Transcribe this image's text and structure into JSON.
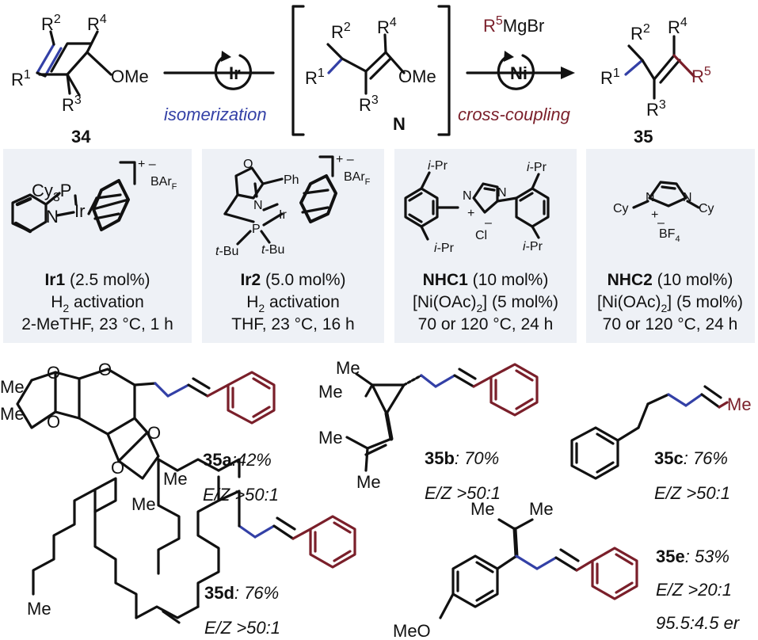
{
  "scheme": {
    "substrate": {
      "number": "34",
      "labels": {
        "r1": "R",
        "r1sup": "1",
        "r2": "R",
        "r2sup": "2",
        "r3": "R",
        "r3sup": "3",
        "r4": "R",
        "r4sup": "4",
        "ome": "OMe"
      }
    },
    "step1": {
      "catalyst": "Ir",
      "label": "isomerization"
    },
    "intermediate": {
      "label": "N",
      "labels": {
        "r1": "R",
        "r1sup": "1",
        "r2": "R",
        "r2sup": "2",
        "r3": "R",
        "r3sup": "3",
        "r4": "R",
        "r4sup": "4",
        "ome": "OMe"
      }
    },
    "step2": {
      "catalyst": "Ni",
      "reagent": "R",
      "reagent_sup": "5",
      "reagent_rest": "MgBr",
      "label": "cross-coupling"
    },
    "product": {
      "number": "35",
      "labels": {
        "r1": "R",
        "r1sup": "1",
        "r2": "R",
        "r2sup": "2",
        "r3": "R",
        "r3sup": "3",
        "r4": "R",
        "r4sup": "4",
        "r5": "R",
        "r5sup": "5"
      }
    }
  },
  "catalysts": [
    {
      "name": "Ir1",
      "loading": "(2.5 mol%)",
      "line2": "H",
      "line2sub": "2",
      "line2rest": " activation",
      "line3": "2-MeTHF, 23 °C, 1 h",
      "labels": {
        "cy3p": "Cy",
        "cy3sub": "3",
        "p": "P",
        "n": "N",
        "ir": "Ir",
        "charge": "+ –",
        "barf": "BAr",
        "barfsub": "F"
      }
    },
    {
      "name": "Ir2",
      "loading": "(5.0 mol%)",
      "line2": "H",
      "line2sub": "2",
      "line2rest": " activation",
      "line3": "THF, 23 °C, 16 h",
      "labels": {
        "o": "O",
        "ph": "Ph",
        "n": "N",
        "ir": "Ir",
        "p": "P",
        "tbu1": "t",
        "tbu1b": "-Bu",
        "tbu2": "t",
        "tbu2b": "-Bu",
        "charge": "+ –",
        "barf": "BAr",
        "barfsub": "F"
      }
    },
    {
      "name": "NHC1",
      "loading": "(10 mol%)",
      "line2": "[Ni(OAc)",
      "line2sub": "2",
      "line2rest": "] (5 mol%)",
      "line3": "70 or 120 °C, 24 h",
      "labels": {
        "ipr": "i",
        "iprb": "-Pr",
        "n": "N",
        "plus": "+",
        "cl": "Cl",
        "minus": "–"
      }
    },
    {
      "name": "NHC2",
      "loading": "(10 mol%)",
      "line2": "[Ni(OAc)",
      "line2sub": "2",
      "line2rest": "] (5 mol%)",
      "line3": "70 or 120 °C, 24 h",
      "labels": {
        "cy": "Cy",
        "n": "N",
        "plus": "+",
        "minus": "–",
        "bf4": "BF",
        "bf4sub": "4"
      }
    }
  ],
  "products": [
    {
      "id": "35a",
      "yield": ":42%",
      "ratio": "E/Z >50:1",
      "labels": {
        "me": "Me",
        "o": "O"
      }
    },
    {
      "id": "35b",
      "yield": ": 70%",
      "ratio": "E/Z >50:1",
      "labels": {
        "me": "Me"
      }
    },
    {
      "id": "35c",
      "yield": ": 76%",
      "ratio": "E/Z >50:1",
      "labels": {
        "me": "Me"
      }
    },
    {
      "id": "35d",
      "yield": ": 76%",
      "ratio": "E/Z >50:1",
      "labels": {
        "me": "Me"
      }
    },
    {
      "id": "35e",
      "yield": ": 53%",
      "ratio": "E/Z >20:1",
      "er": "95.5:4.5 er",
      "labels": {
        "me": "Me",
        "meo": "MeO"
      }
    }
  ],
  "colors": {
    "blue": "#3340a6",
    "red": "#7a1f2a",
    "panel": "#eef1f6",
    "ink": "#111111"
  }
}
